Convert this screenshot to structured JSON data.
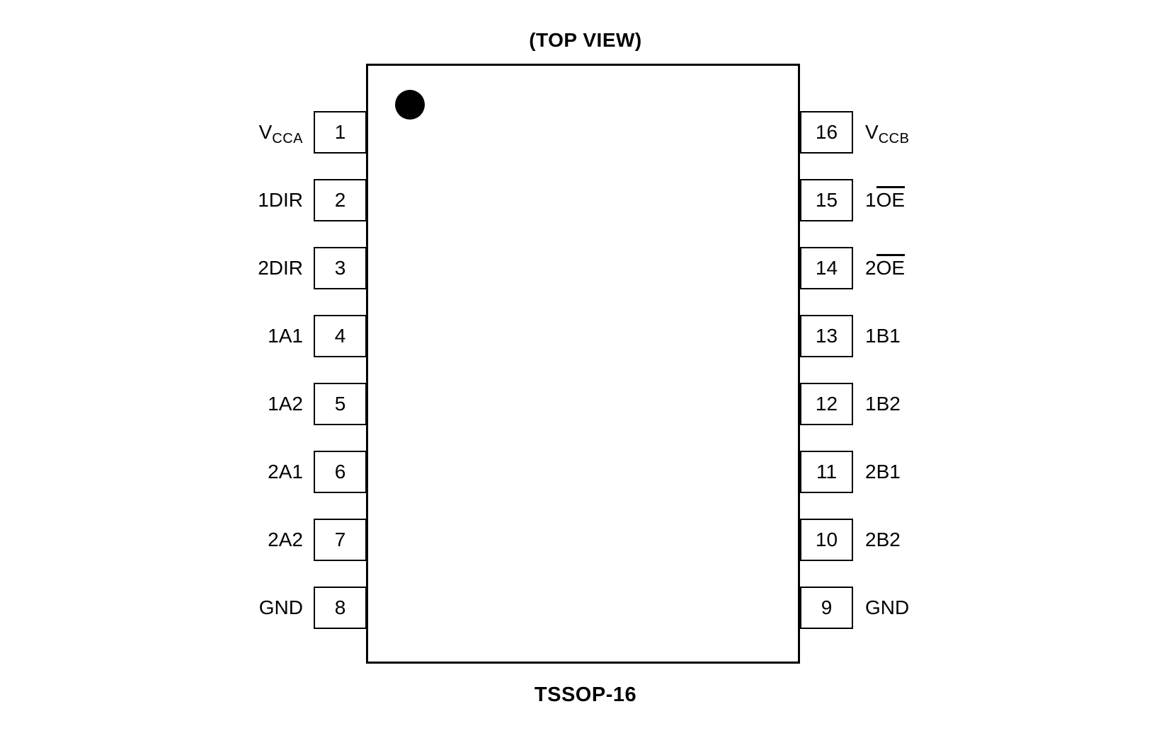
{
  "colors": {
    "ink": "#000000",
    "paper": "#ffffff"
  },
  "diagram": {
    "title": "(TOP VIEW)",
    "package": "TSSOP-16"
  },
  "pins": {
    "left": [
      {
        "number": "1",
        "pre": "V",
        "sub": "CCA"
      },
      {
        "number": "2",
        "pre": "1DIR"
      },
      {
        "number": "3",
        "pre": "2DIR"
      },
      {
        "number": "4",
        "pre": "1A1"
      },
      {
        "number": "5",
        "pre": "1A2"
      },
      {
        "number": "6",
        "pre": "2A1"
      },
      {
        "number": "7",
        "pre": "2A2"
      },
      {
        "number": "8",
        "pre": "GND"
      }
    ],
    "right": [
      {
        "number": "16",
        "pre": "V",
        "sub": "CCB"
      },
      {
        "number": "15",
        "pre": "1",
        "over": "OE"
      },
      {
        "number": "14",
        "pre": "2",
        "over": "OE"
      },
      {
        "number": "13",
        "pre": "1B1"
      },
      {
        "number": "12",
        "pre": "1B2"
      },
      {
        "number": "11",
        "pre": "2B1"
      },
      {
        "number": "10",
        "pre": "2B2"
      },
      {
        "number": "9",
        "pre": "GND"
      }
    ]
  }
}
